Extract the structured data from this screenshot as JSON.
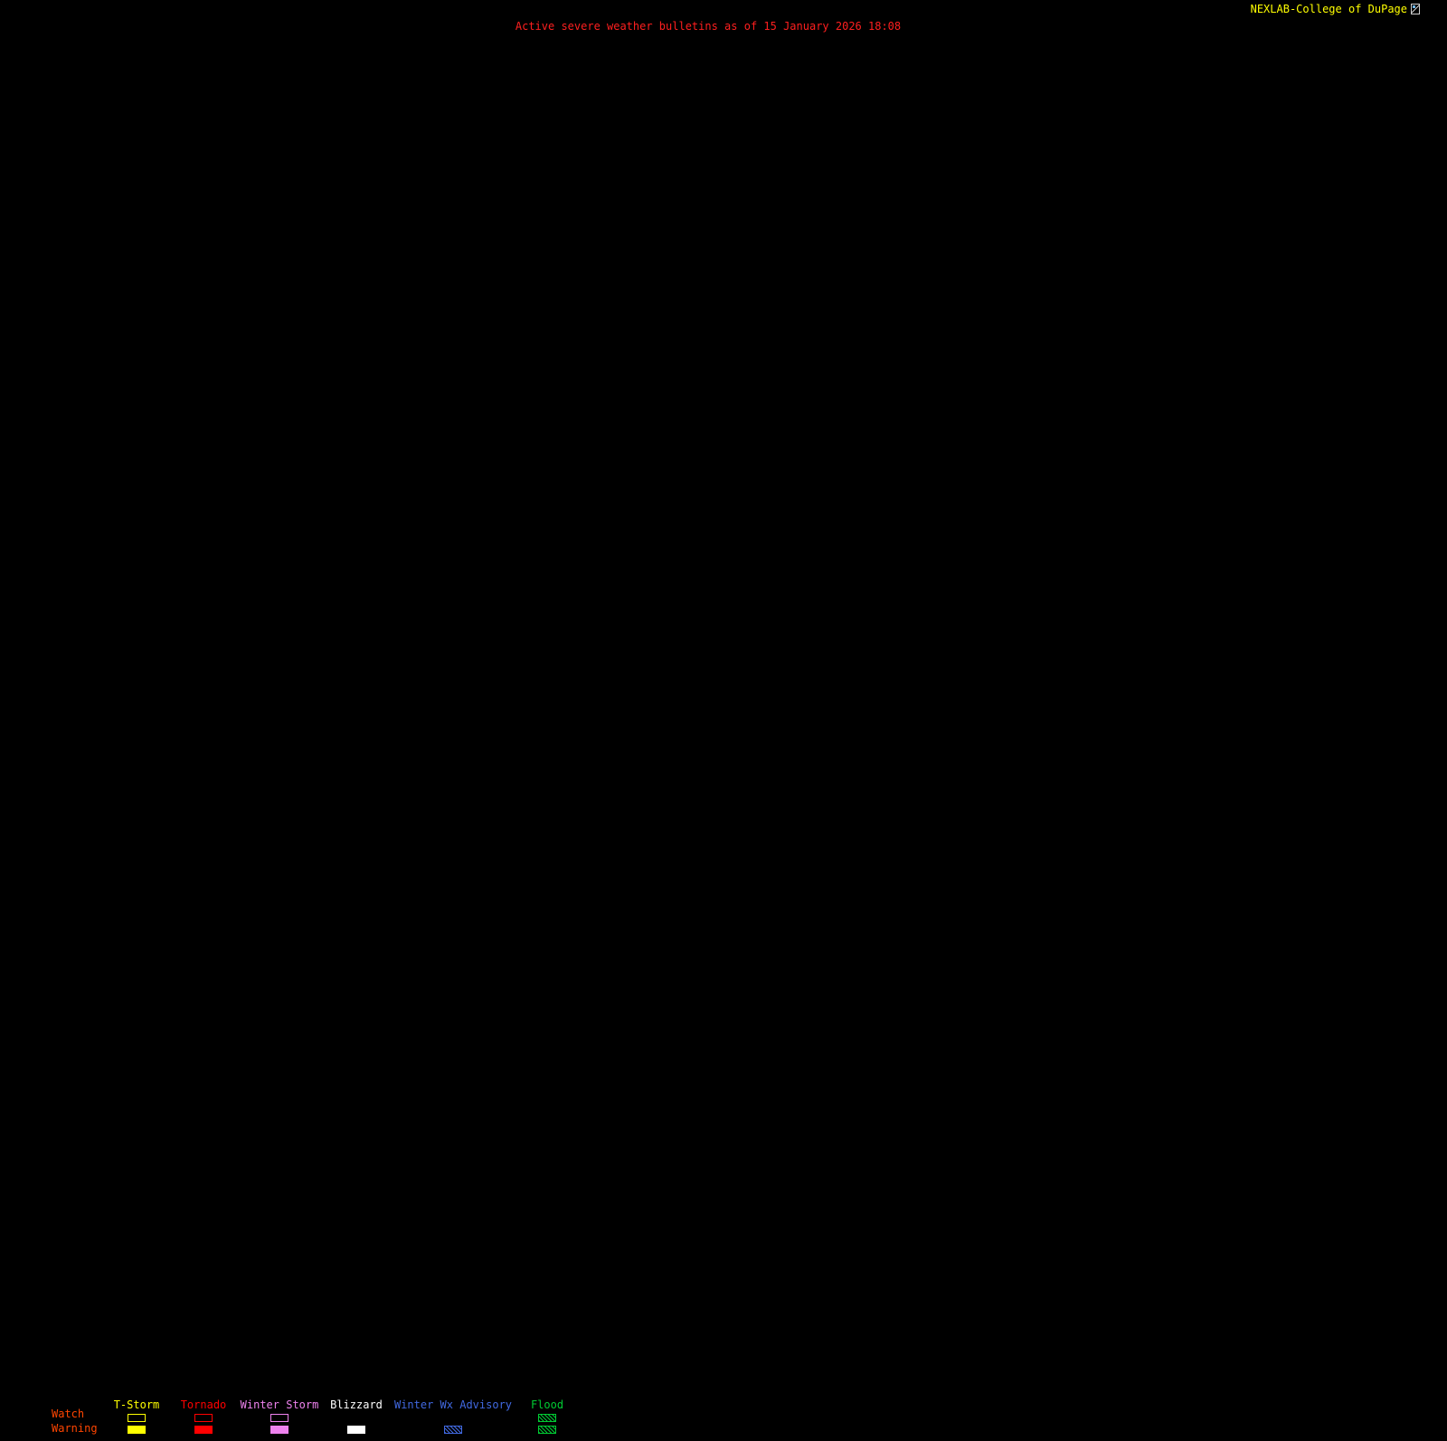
{
  "branding": {
    "label": "NEXLAB-College of DuPage",
    "color": "#ffff00",
    "icon": "cod-logo-icon"
  },
  "title": {
    "text": "Active severe weather bulletins as of 15 January 2026 18:08",
    "color": "#ff1f1f"
  },
  "legend": {
    "row_label_color": "#ff4500",
    "rows": [
      {
        "label": "Watch"
      },
      {
        "label": "Warning"
      }
    ],
    "columns": [
      {
        "label": "T-Storm",
        "color": "#ffff00",
        "watch": "outline",
        "warning": "fill"
      },
      {
        "label": "Tornado",
        "color": "#ff0000",
        "watch": "outline",
        "warning": "fill"
      },
      {
        "label": "Winter Storm",
        "color": "#ee82ee",
        "watch": "outline",
        "warning": "fill"
      },
      {
        "label": "Blizzard",
        "color": "#ffffff",
        "watch": "none",
        "warning": "fill"
      },
      {
        "label": "Winter Wx Advisory",
        "color": "#4169e1",
        "watch": "none",
        "warning": "hatch"
      },
      {
        "label": "Flood",
        "color": "#00cc33",
        "watch": "hatch",
        "warning": "hatch"
      }
    ]
  }
}
